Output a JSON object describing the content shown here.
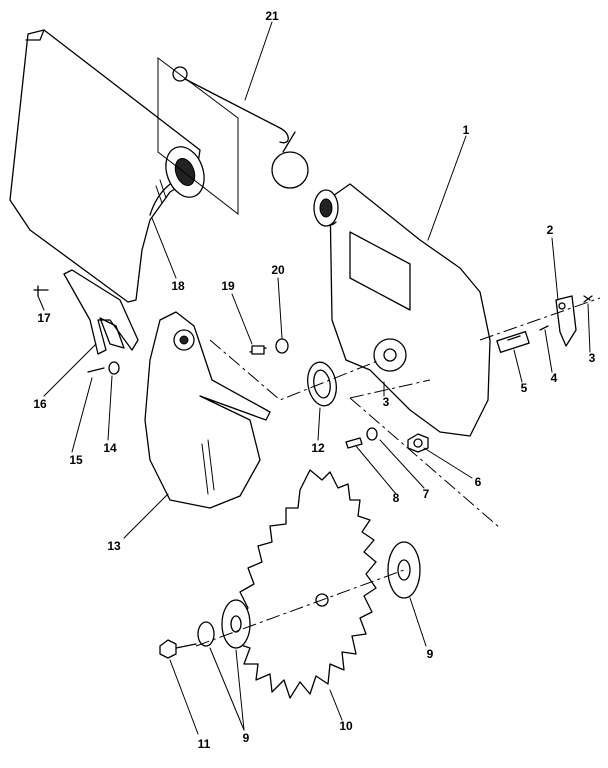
{
  "diagram": {
    "labels": [
      {
        "id": "1",
        "text": "1"
      },
      {
        "id": "2",
        "text": "2"
      },
      {
        "id": "3a",
        "text": "3"
      },
      {
        "id": "3b",
        "text": "3"
      },
      {
        "id": "4",
        "text": "4"
      },
      {
        "id": "5",
        "text": "5"
      },
      {
        "id": "6",
        "text": "6"
      },
      {
        "id": "7",
        "text": "7"
      },
      {
        "id": "8",
        "text": "8"
      },
      {
        "id": "9a",
        "text": "9"
      },
      {
        "id": "9b",
        "text": "9"
      },
      {
        "id": "10",
        "text": "10"
      },
      {
        "id": "11",
        "text": "11"
      },
      {
        "id": "12",
        "text": "12"
      },
      {
        "id": "13",
        "text": "13"
      },
      {
        "id": "14",
        "text": "14"
      },
      {
        "id": "15",
        "text": "15"
      },
      {
        "id": "16",
        "text": "16"
      },
      {
        "id": "17",
        "text": "17"
      },
      {
        "id": "18",
        "text": "18"
      },
      {
        "id": "19",
        "text": "19"
      },
      {
        "id": "20",
        "text": "20"
      },
      {
        "id": "21",
        "text": "21"
      }
    ]
  }
}
